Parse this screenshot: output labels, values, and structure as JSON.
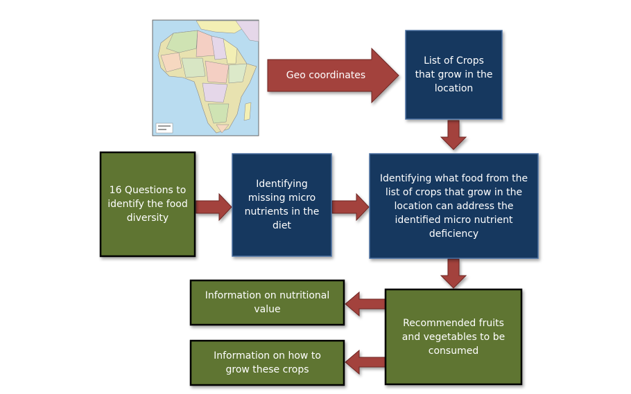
{
  "diagram": {
    "map_arrow_label": "Geo coordinates",
    "crops_box": "List of Crops that grow in the location",
    "questions_box": "16 Questions to identify the food diversity",
    "missing_box": "Identifying missing micro nutrients in the diet",
    "identify_box": "Identifying what food from the list of crops that grow in the location can address the identified micro nutrient deficiency",
    "recommend_box": "Recommended fruits and vegetables to be consumed",
    "nutrition_box": "Information on nutritional value",
    "grow_box": "Information on how to grow these crops"
  },
  "colors": {
    "navy": "#17375e",
    "olive": "#5f7530",
    "arrow_red": "#a3423e",
    "sea": "#b9dcf0"
  },
  "icons": [
    "africa-map-image"
  ]
}
